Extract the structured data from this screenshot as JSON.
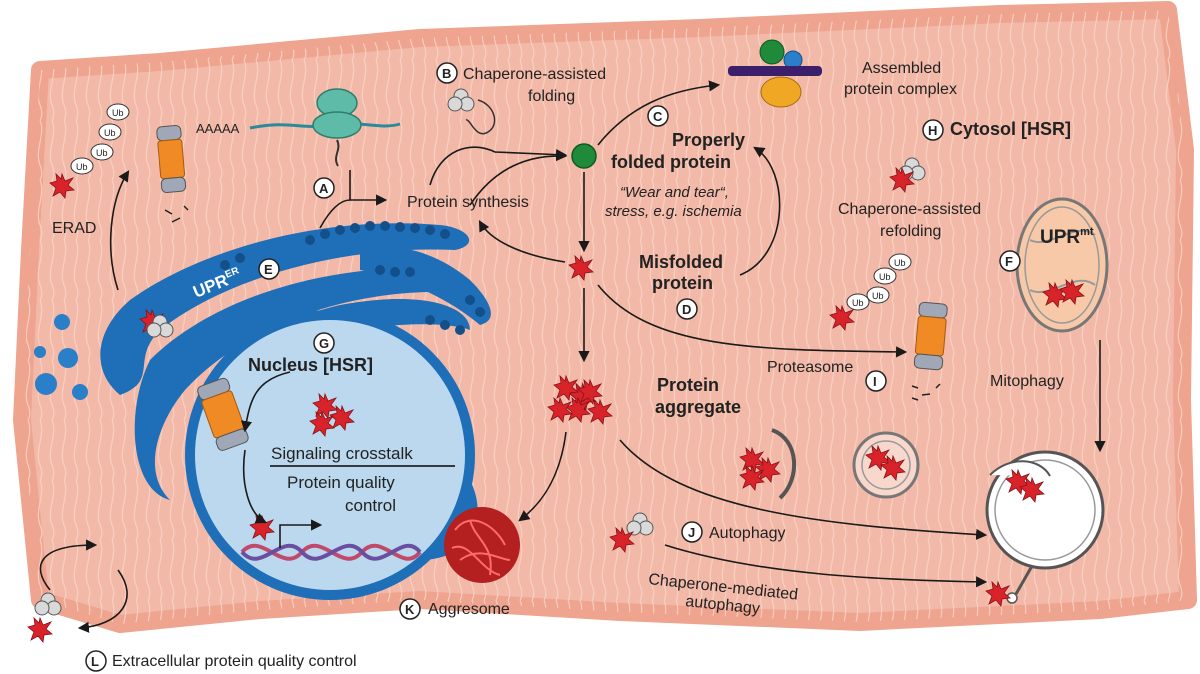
{
  "labels": {
    "A": "A",
    "B": "B",
    "C": "C",
    "D": "D",
    "E": "E",
    "F": "F",
    "G": "G",
    "H": "H",
    "I": "I",
    "J": "J",
    "K": "K",
    "L": "L",
    "aaaaa": "AAAAA",
    "chaperone_assisted": "Chaperone-assisted",
    "folding": "folding",
    "assembled": "Assembled",
    "protein_complex": "protein complex",
    "properly": "Properly",
    "folded_protein": "folded protein",
    "wear_tear": "“Wear and tear“,",
    "stress": "stress, e.g. ischemia",
    "protein_synthesis": "Protein synthesis",
    "misfolded": "Misfolded",
    "protein": "protein",
    "cytosol": "Cytosol [HSR]",
    "chap_refolding_1": "Chaperone-assisted",
    "chap_refolding_2": "refolding",
    "erad": "ERAD",
    "upr_er": "UPR",
    "upr_er_sup": "ER",
    "upr_mt": "UPR",
    "upr_mt_sup": "mt",
    "nucleus": "Nucleus [HSR]",
    "signaling": "Signaling crosstalk",
    "pqc_1": "Protein quality",
    "pqc_2": "control",
    "proteasome": "Proteasome",
    "mitophagy": "Mitophagy",
    "aggregate_1": "Protein",
    "aggregate_2": "aggregate",
    "autophagy": "Autophagy",
    "cma_1": "Chaperone-mediated",
    "cma_2": "autophagy",
    "aggresome": "Aggresome",
    "extracellular": "Extracellular protein quality control",
    "ub": "Ub"
  },
  "colors": {
    "cell_fill": "#f3b9a8",
    "cell_border": "#eea48f",
    "er": "#1f6fb8",
    "nucleus": "#bcd8ee",
    "misfolded": "#d8232a",
    "folded": "#1e8a3a"
  }
}
